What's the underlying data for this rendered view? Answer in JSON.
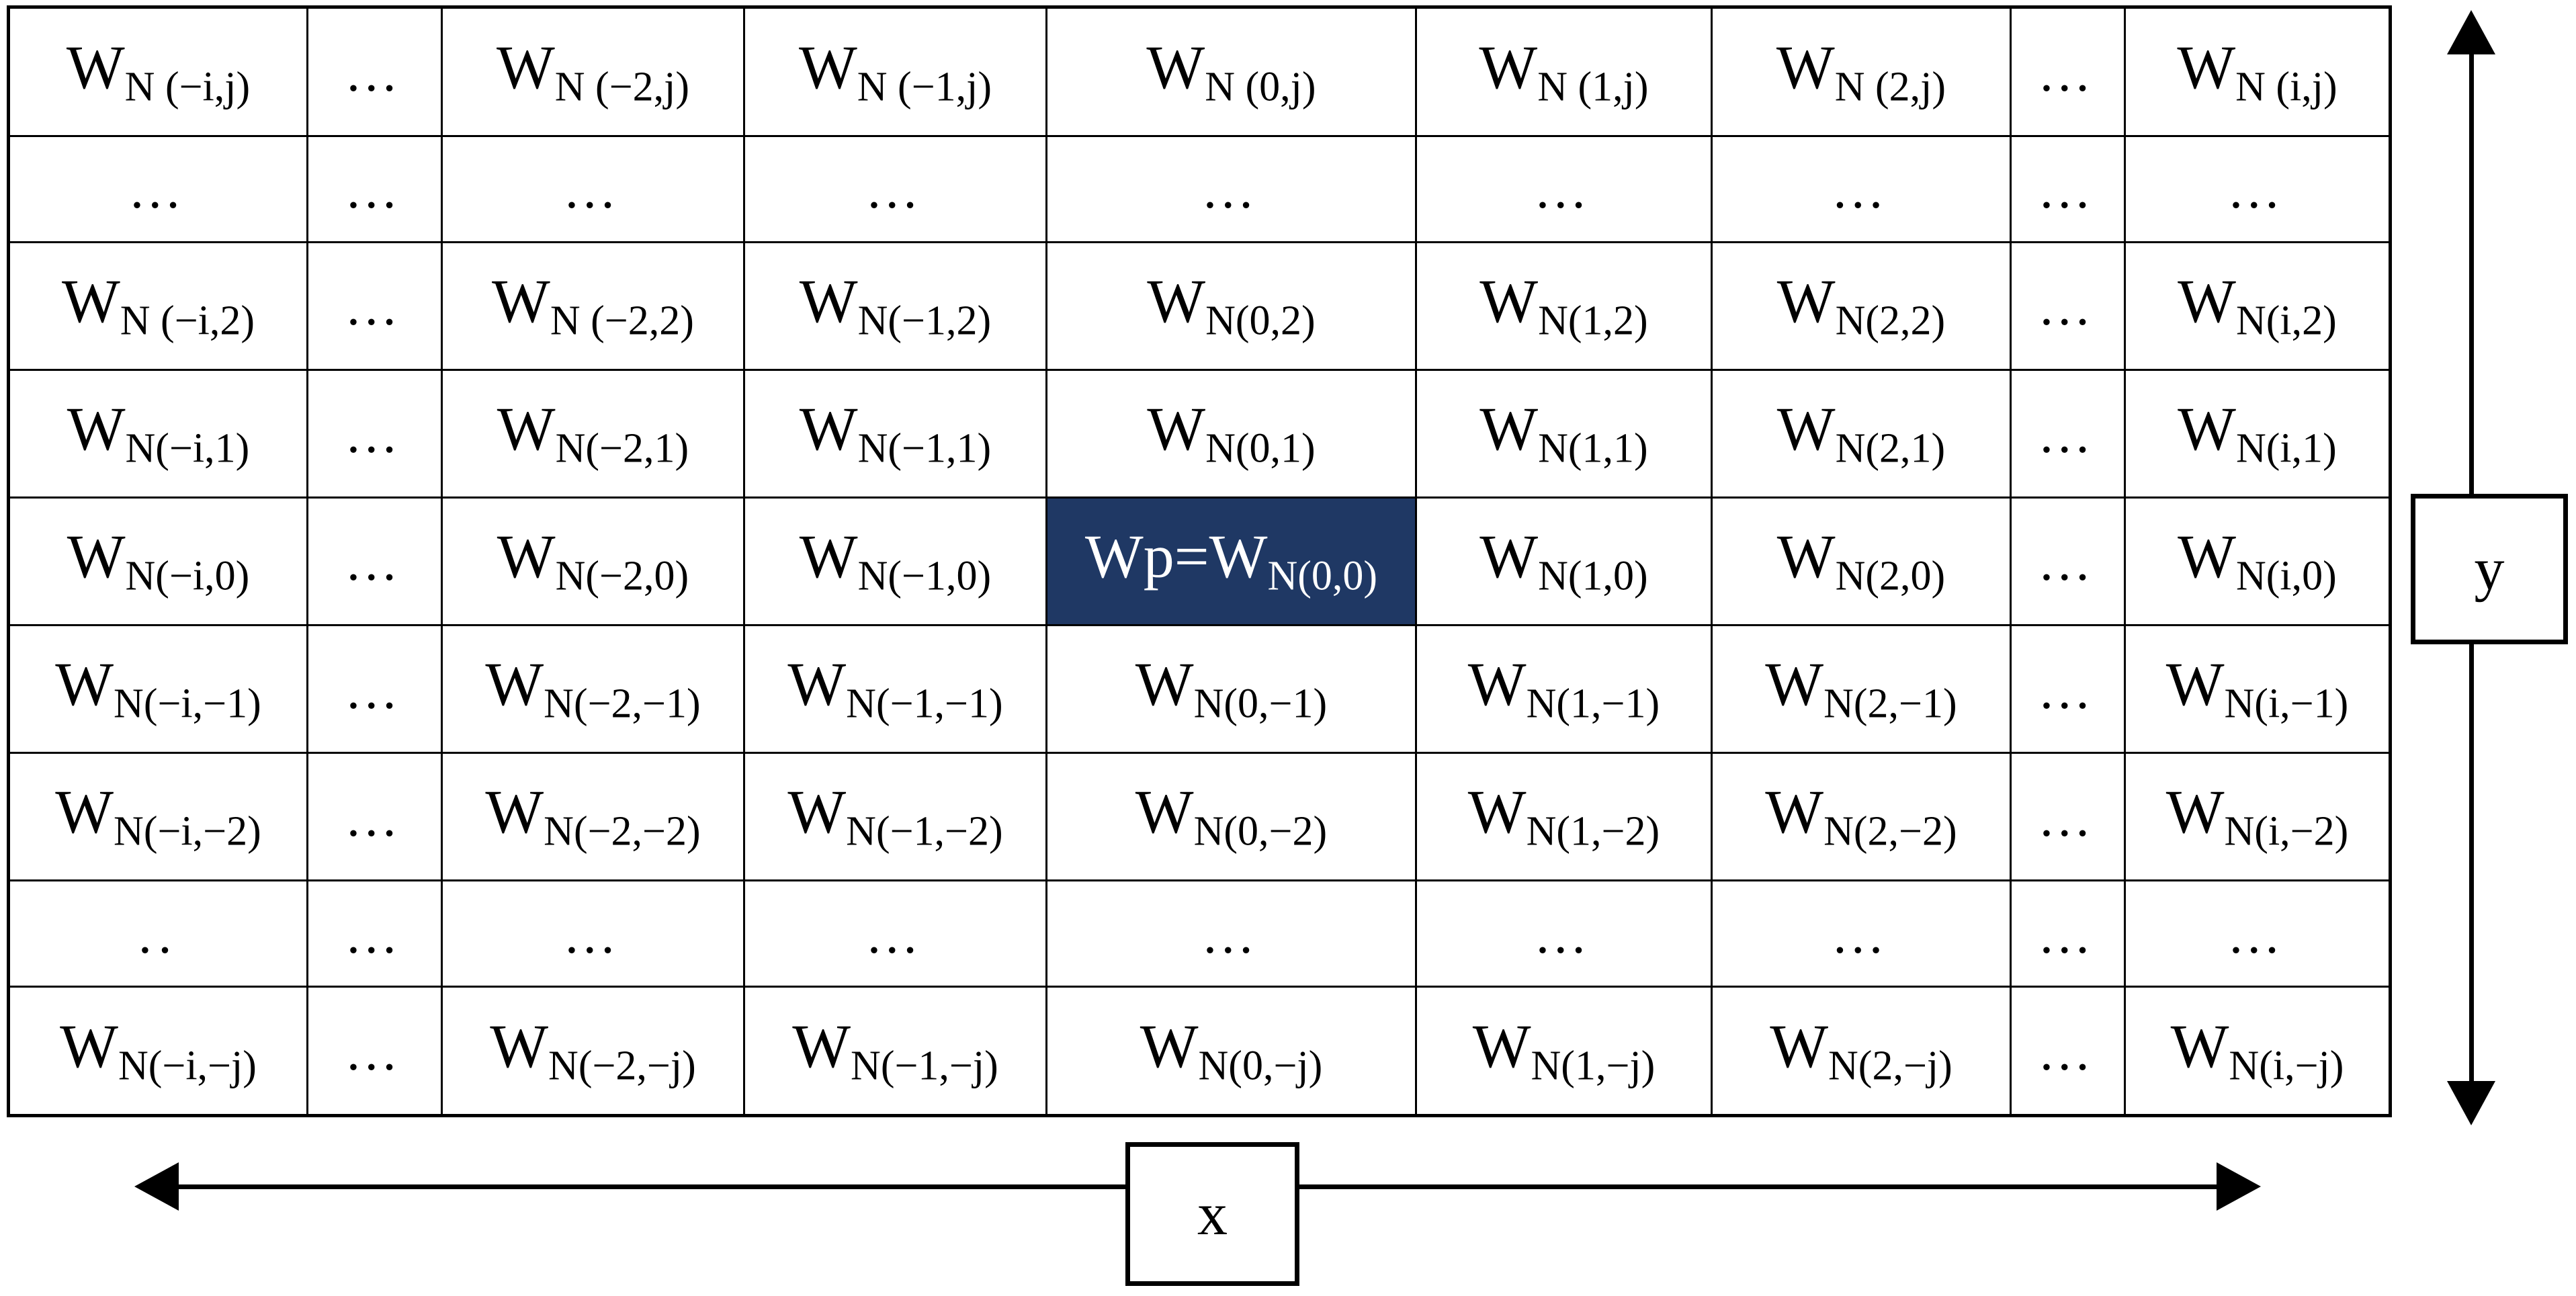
{
  "figure": {
    "title": "Window weighting grid W_N centred on pixel Wp",
    "highlight_color": "#1F3864",
    "text_color": "#000000",
    "background_color": "#FFFFFF",
    "border_color": "#000000"
  },
  "axes": {
    "x": {
      "label": "x",
      "icon": "double-headed-horizontal-arrow"
    },
    "y": {
      "label": "y",
      "icon": "double-headed-vertical-arrow"
    }
  },
  "grid": {
    "rows": 9,
    "cols": 9,
    "ellipsis": "…",
    "ellipsis_short": "..",
    "highlight_cell": {
      "row": 4,
      "col": 4
    },
    "cells": [
      [
        {
          "main": "W",
          "sub": "N (−i,j)"
        },
        {
          "dots": "…"
        },
        {
          "main": "W",
          "sub": "N (−2,j)"
        },
        {
          "main": "W",
          "sub": "N (−1,j)"
        },
        {
          "main": "W",
          "sub": "N (0,j)"
        },
        {
          "main": "W",
          "sub": "N (1,j)"
        },
        {
          "main": "W",
          "sub": "N (2,j)"
        },
        {
          "dots": "…"
        },
        {
          "main": "W",
          "sub": "N (i,j)"
        }
      ],
      [
        {
          "dots": "…"
        },
        {
          "dots": "…"
        },
        {
          "dots": "…"
        },
        {
          "dots": "…"
        },
        {
          "dots": "…"
        },
        {
          "dots": "…"
        },
        {
          "dots": "…"
        },
        {
          "dots": "…"
        },
        {
          "dots": "…"
        }
      ],
      [
        {
          "main": "W",
          "sub": "N (−i,2)"
        },
        {
          "dots": "…"
        },
        {
          "main": "W",
          "sub": "N (−2,2)"
        },
        {
          "main": "W",
          "sub": "N(−1,2)"
        },
        {
          "main": "W",
          "sub": "N(0,2)"
        },
        {
          "main": "W",
          "sub": "N(1,2)"
        },
        {
          "main": "W",
          "sub": "N(2,2)"
        },
        {
          "dots": "…"
        },
        {
          "main": "W",
          "sub": "N(i,2)"
        }
      ],
      [
        {
          "main": "W",
          "sub": "N(−i,1)"
        },
        {
          "dots": "…"
        },
        {
          "main": "W",
          "sub": "N(−2,1)"
        },
        {
          "main": "W",
          "sub": "N(−1,1)"
        },
        {
          "main": "W",
          "sub": "N(0,1)"
        },
        {
          "main": "W",
          "sub": "N(1,1)"
        },
        {
          "main": "W",
          "sub": "N(2,1)"
        },
        {
          "dots": "…"
        },
        {
          "main": "W",
          "sub": "N(i,1)"
        }
      ],
      [
        {
          "main": "W",
          "sub": "N(−i,0)"
        },
        {
          "dots": "…"
        },
        {
          "main": "W",
          "sub": "N(−2,0)"
        },
        {
          "main": "W",
          "sub": "N(−1,0)"
        },
        {
          "main": "Wp=W",
          "sub": "N(0,0)",
          "highlight": true
        },
        {
          "main": "W",
          "sub": "N(1,0)"
        },
        {
          "main": "W",
          "sub": "N(2,0)"
        },
        {
          "dots": "…"
        },
        {
          "main": "W",
          "sub": "N(i,0)"
        }
      ],
      [
        {
          "main": "W",
          "sub": "N(−i,−1)"
        },
        {
          "dots": "…"
        },
        {
          "main": "W",
          "sub": "N(−2,−1)"
        },
        {
          "main": "W",
          "sub": "N(−1,−1)"
        },
        {
          "main": "W",
          "sub": "N(0,−1)"
        },
        {
          "main": "W",
          "sub": "N(1,−1)"
        },
        {
          "main": "W",
          "sub": "N(2,−1)"
        },
        {
          "dots": "…"
        },
        {
          "main": "W",
          "sub": "N(i,−1)"
        }
      ],
      [
        {
          "main": "W",
          "sub": "N(−i,−2)"
        },
        {
          "dots": "…"
        },
        {
          "main": "W",
          "sub": "N(−2,−2)"
        },
        {
          "main": "W",
          "sub": "N(−1,−2)"
        },
        {
          "main": "W",
          "sub": "N(0,−2)"
        },
        {
          "main": "W",
          "sub": "N(1,−2)"
        },
        {
          "main": "W",
          "sub": "N(2,−2)"
        },
        {
          "dots": "…"
        },
        {
          "main": "W",
          "sub": "N(i,−2)"
        }
      ],
      [
        {
          "dots": ".."
        },
        {
          "dots": "…"
        },
        {
          "dots": "…"
        },
        {
          "dots": "…"
        },
        {
          "dots": "…"
        },
        {
          "dots": "…"
        },
        {
          "dots": "…"
        },
        {
          "dots": "…"
        },
        {
          "dots": "…"
        }
      ],
      [
        {
          "main": "W",
          "sub": "N(−i,−j)"
        },
        {
          "dots": "…"
        },
        {
          "main": "W",
          "sub": "N(−2,−j)"
        },
        {
          "main": "W",
          "sub": "N(−1,−j)"
        },
        {
          "main": "W",
          "sub": "N(0,−j)"
        },
        {
          "main": "W",
          "sub": "N(1,−j)"
        },
        {
          "main": "W",
          "sub": "N(2,−j)"
        },
        {
          "dots": "…"
        },
        {
          "main": "W",
          "sub": "N(i,−j)"
        }
      ]
    ]
  }
}
